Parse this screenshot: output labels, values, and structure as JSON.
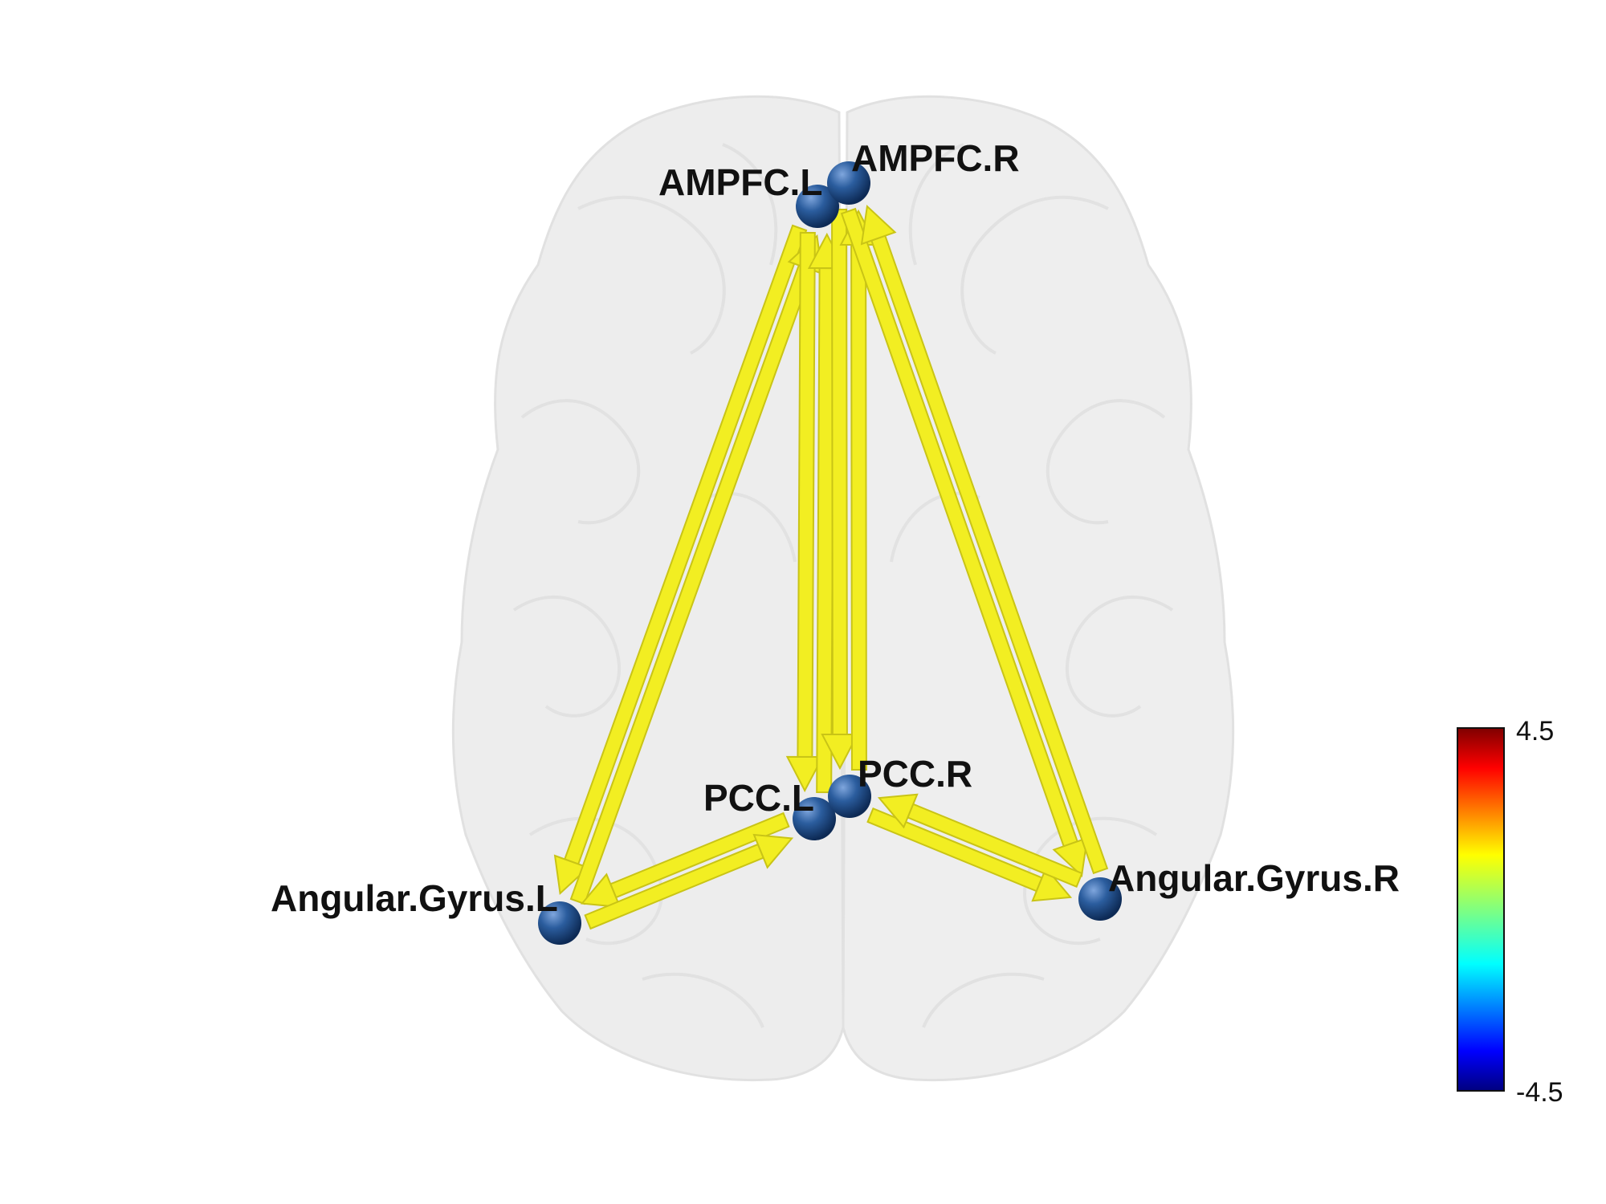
{
  "nodes": [
    {
      "id": "AMPFC.L",
      "label": "AMPFC.L"
    },
    {
      "id": "AMPFC.R",
      "label": "AMPFC.R"
    },
    {
      "id": "PCC.L",
      "label": "PCC.L"
    },
    {
      "id": "PCC.R",
      "label": "PCC.R"
    },
    {
      "id": "Angular.Gyrus.L",
      "label": "Angular.Gyrus.L"
    },
    {
      "id": "Angular.Gyrus.R",
      "label": "Angular.Gyrus.R"
    }
  ],
  "edges": [
    {
      "from": "AMPFC.L",
      "to": "Angular.Gyrus.L"
    },
    {
      "from": "Angular.Gyrus.L",
      "to": "AMPFC.L"
    },
    {
      "from": "AMPFC.L",
      "to": "PCC.L"
    },
    {
      "from": "PCC.L",
      "to": "AMPFC.L"
    },
    {
      "from": "AMPFC.R",
      "to": "PCC.R"
    },
    {
      "from": "PCC.R",
      "to": "AMPFC.R"
    },
    {
      "from": "AMPFC.R",
      "to": "Angular.Gyrus.R"
    },
    {
      "from": "Angular.Gyrus.R",
      "to": "AMPFC.R"
    },
    {
      "from": "PCC.L",
      "to": "Angular.Gyrus.L"
    },
    {
      "from": "Angular.Gyrus.L",
      "to": "PCC.L"
    },
    {
      "from": "PCC.R",
      "to": "Angular.Gyrus.R"
    },
    {
      "from": "Angular.Gyrus.R",
      "to": "PCC.R"
    }
  ],
  "colors": {
    "edge": "#f2ee22",
    "edge_edge": "#c9c416",
    "node": "#1f4f8f",
    "brain": "#e9e9e9"
  },
  "colorbar": {
    "max_label": "4.5",
    "min_label": "-4.5",
    "colormap": "jet"
  }
}
